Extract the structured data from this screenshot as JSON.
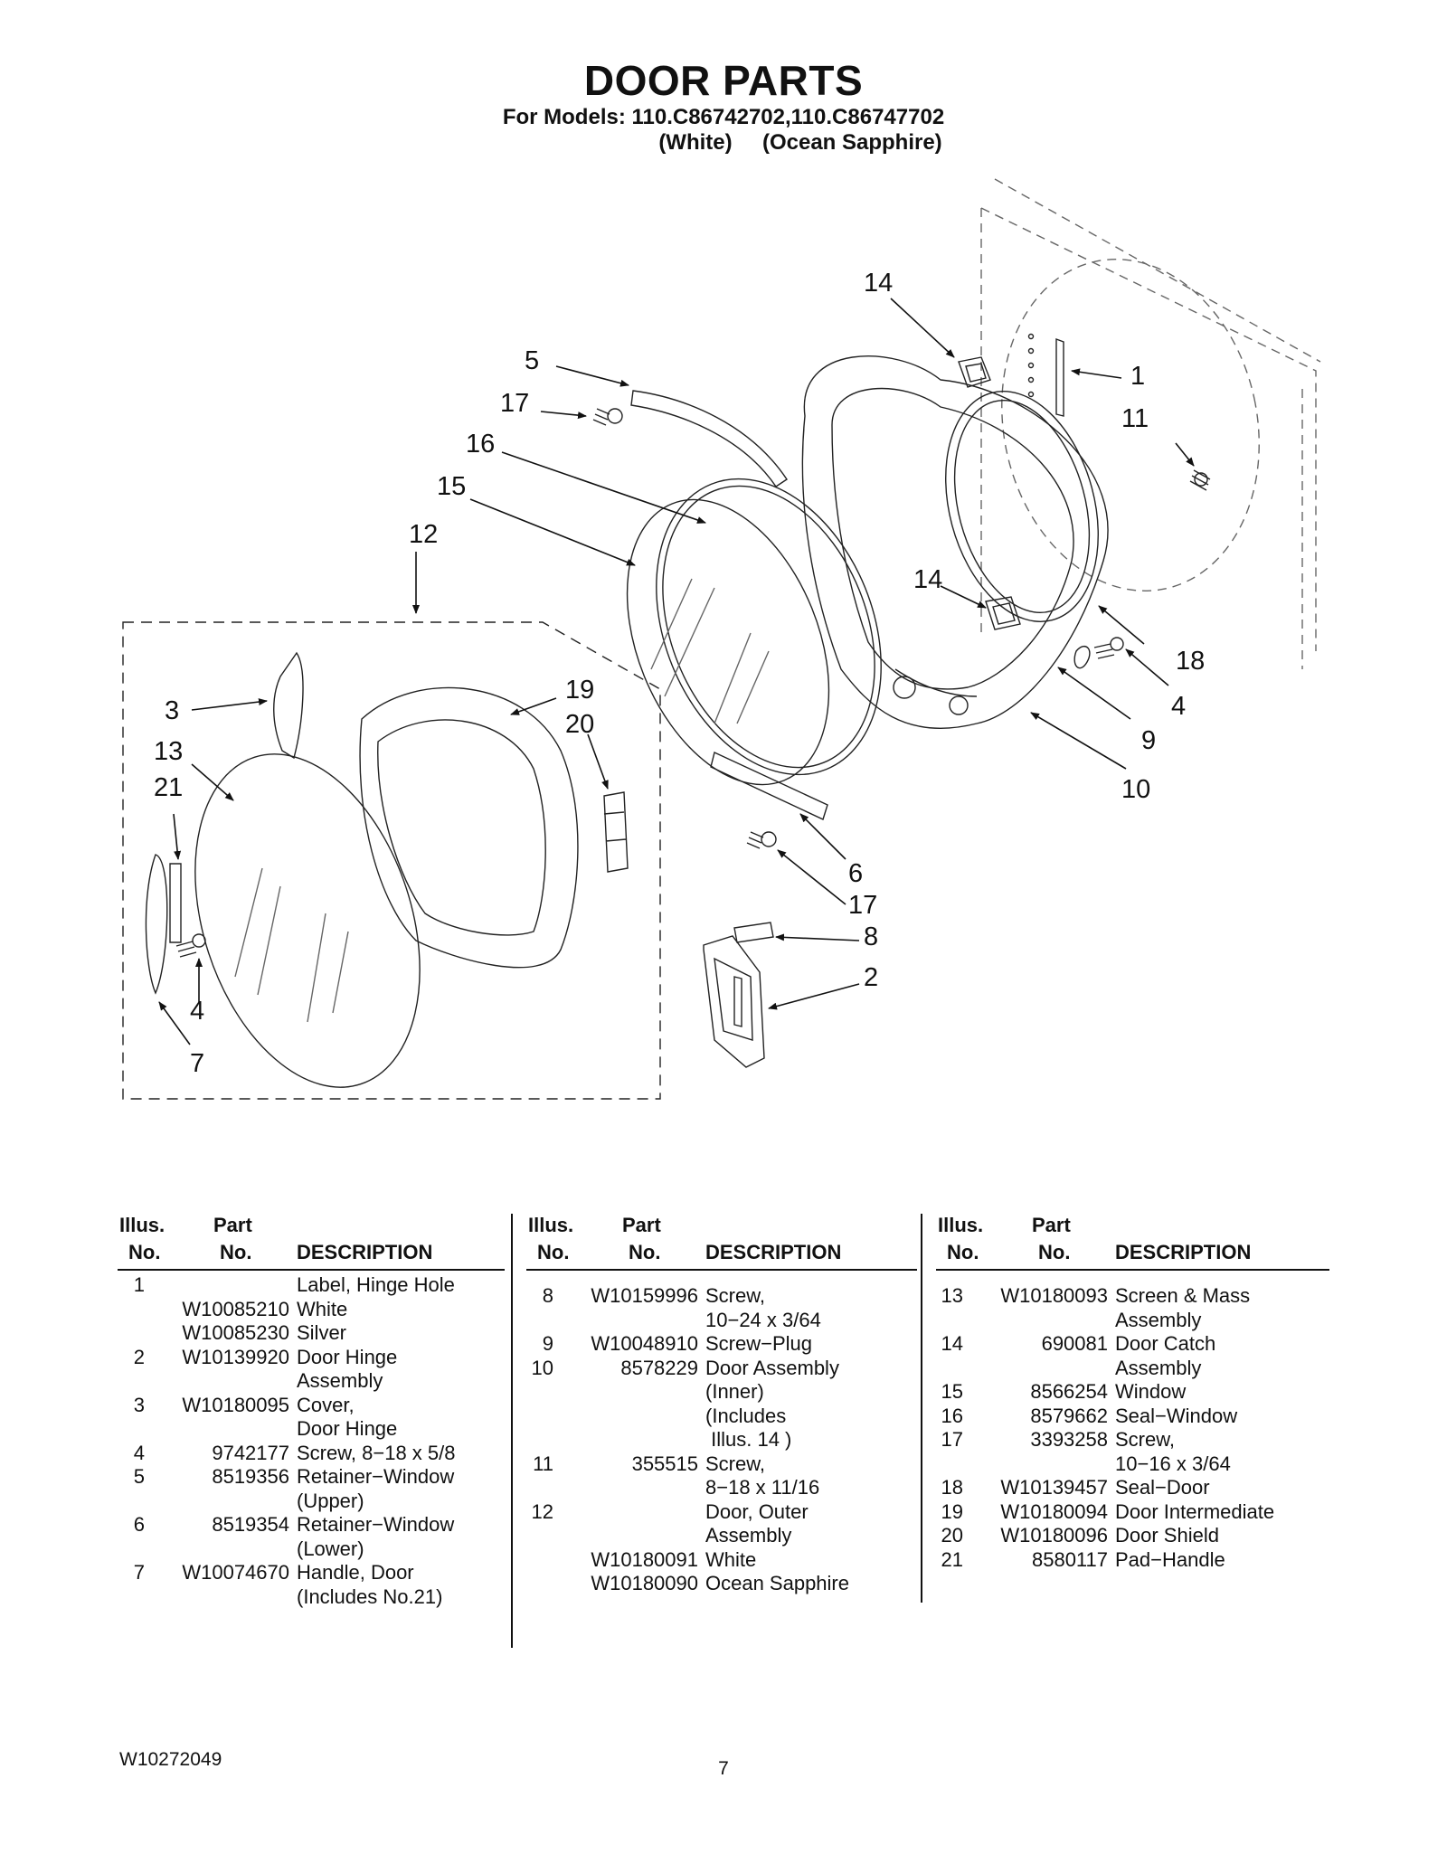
{
  "header": {
    "title": "DOOR PARTS",
    "models_line": "For Models: 110.C86742702,110.C86747702",
    "colors_line": "(White)     (Ocean Sapphire)"
  },
  "callouts": [
    "14",
    "5",
    "17",
    "16",
    "15",
    "12",
    "1",
    "11",
    "14",
    "18",
    "4",
    "9",
    "10",
    "3",
    "13",
    "21",
    "19",
    "20",
    "6",
    "17",
    "8",
    "2",
    "4",
    "7"
  ],
  "table_headers": {
    "illus_top": "Illus.",
    "illus_bottom": "No.",
    "part_top": "Part",
    "part_bottom": "No.",
    "description": "DESCRIPTION"
  },
  "columns": [
    {
      "rows": [
        {
          "illus": "1",
          "part": "",
          "desc": "Label, Hinge Hole"
        },
        {
          "illus": "",
          "part": "W10085210",
          "desc": "White"
        },
        {
          "illus": "",
          "part": "W10085230",
          "desc": "Silver"
        },
        {
          "illus": "2",
          "part": "W10139920",
          "desc": "Door Hinge"
        },
        {
          "illus": "",
          "part": "",
          "desc": "Assembly"
        },
        {
          "illus": "3",
          "part": "W10180095",
          "desc": "Cover,"
        },
        {
          "illus": "",
          "part": "",
          "desc": "Door Hinge"
        },
        {
          "illus": "4",
          "part": "9742177",
          "desc": "Screw, 8−18 x 5/8"
        },
        {
          "illus": "5",
          "part": "8519356",
          "desc": "Retainer−Window"
        },
        {
          "illus": "",
          "part": "",
          "desc": "(Upper)"
        },
        {
          "illus": "6",
          "part": "8519354",
          "desc": "Retainer−Window"
        },
        {
          "illus": "",
          "part": "",
          "desc": "(Lower)"
        },
        {
          "illus": "7",
          "part": "W10074670",
          "desc": "Handle, Door"
        },
        {
          "illus": "",
          "part": "",
          "desc": "(Includes No.21)"
        }
      ]
    },
    {
      "rows": [
        {
          "illus": "8",
          "part": "W10159996",
          "desc": "Screw,"
        },
        {
          "illus": "",
          "part": "",
          "desc": "10−24 x 3/64"
        },
        {
          "illus": "9",
          "part": "W10048910",
          "desc": "Screw−Plug"
        },
        {
          "illus": "10",
          "part": "8578229",
          "desc": "Door Assembly"
        },
        {
          "illus": "",
          "part": "",
          "desc": "(Inner)"
        },
        {
          "illus": "",
          "part": "",
          "desc": "(Includes"
        },
        {
          "illus": "",
          "part": "",
          "desc": " Illus. 14 )"
        },
        {
          "illus": "11",
          "part": "355515",
          "desc": "Screw,"
        },
        {
          "illus": "",
          "part": "",
          "desc": "8−18 x 11/16"
        },
        {
          "illus": "12",
          "part": "",
          "desc": "Door, Outer"
        },
        {
          "illus": "",
          "part": "",
          "desc": "Assembly"
        },
        {
          "illus": "",
          "part": "W10180091",
          "desc": "White"
        },
        {
          "illus": "",
          "part": "W10180090",
          "desc": "Ocean Sapphire"
        }
      ]
    },
    {
      "rows": [
        {
          "illus": "13",
          "part": "W10180093",
          "desc": "Screen & Mass"
        },
        {
          "illus": "",
          "part": "",
          "desc": "Assembly"
        },
        {
          "illus": "14",
          "part": "690081",
          "desc": "Door Catch"
        },
        {
          "illus": "",
          "part": "",
          "desc": "Assembly"
        },
        {
          "illus": "15",
          "part": "8566254",
          "desc": "Window"
        },
        {
          "illus": "16",
          "part": "8579662",
          "desc": "Seal−Window"
        },
        {
          "illus": "17",
          "part": "3393258",
          "desc": "Screw,"
        },
        {
          "illus": "",
          "part": "",
          "desc": "10−16 x 3/64"
        },
        {
          "illus": "18",
          "part": "W10139457",
          "desc": "Seal−Door"
        },
        {
          "illus": "19",
          "part": "W10180094",
          "desc": "Door Intermediate"
        },
        {
          "illus": "20",
          "part": "W10180096",
          "desc": "Door Shield"
        },
        {
          "illus": "21",
          "part": "8580117",
          "desc": "Pad−Handle"
        }
      ]
    }
  ],
  "footer": {
    "doc_number": "W10272049",
    "page_number": "7"
  }
}
